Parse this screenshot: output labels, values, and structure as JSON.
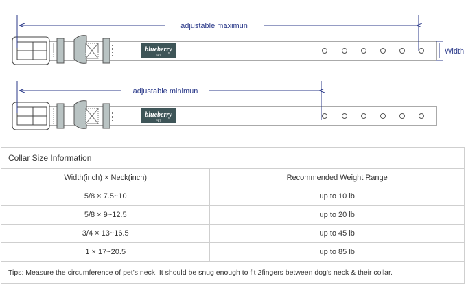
{
  "diagram": {
    "max_label": "adjustable maximun",
    "min_label": "adjustable minimun",
    "width_label": "Width",
    "brand_logo": "blueberry PET",
    "dimension_color": "#2b3a8a",
    "logo_color": "#3e5558"
  },
  "table": {
    "title": "Collar Size Information",
    "headers": [
      "Width(inch)  ×  Neck(inch)",
      "Recommended Weight Range"
    ],
    "rows": [
      [
        "5/8 × 7.5~10",
        "up to 10 lb"
      ],
      [
        "5/8 × 9~12.5",
        "up to 20 lb"
      ],
      [
        "3/4 × 13~16.5",
        "up to 45 lb"
      ],
      [
        "1 × 17~20.5",
        "up to 85 lb"
      ]
    ],
    "tips": "Tips: Measure the circumference of pet's neck. It should be snug enough to fit 2fingers between dog's neck & their collar."
  }
}
